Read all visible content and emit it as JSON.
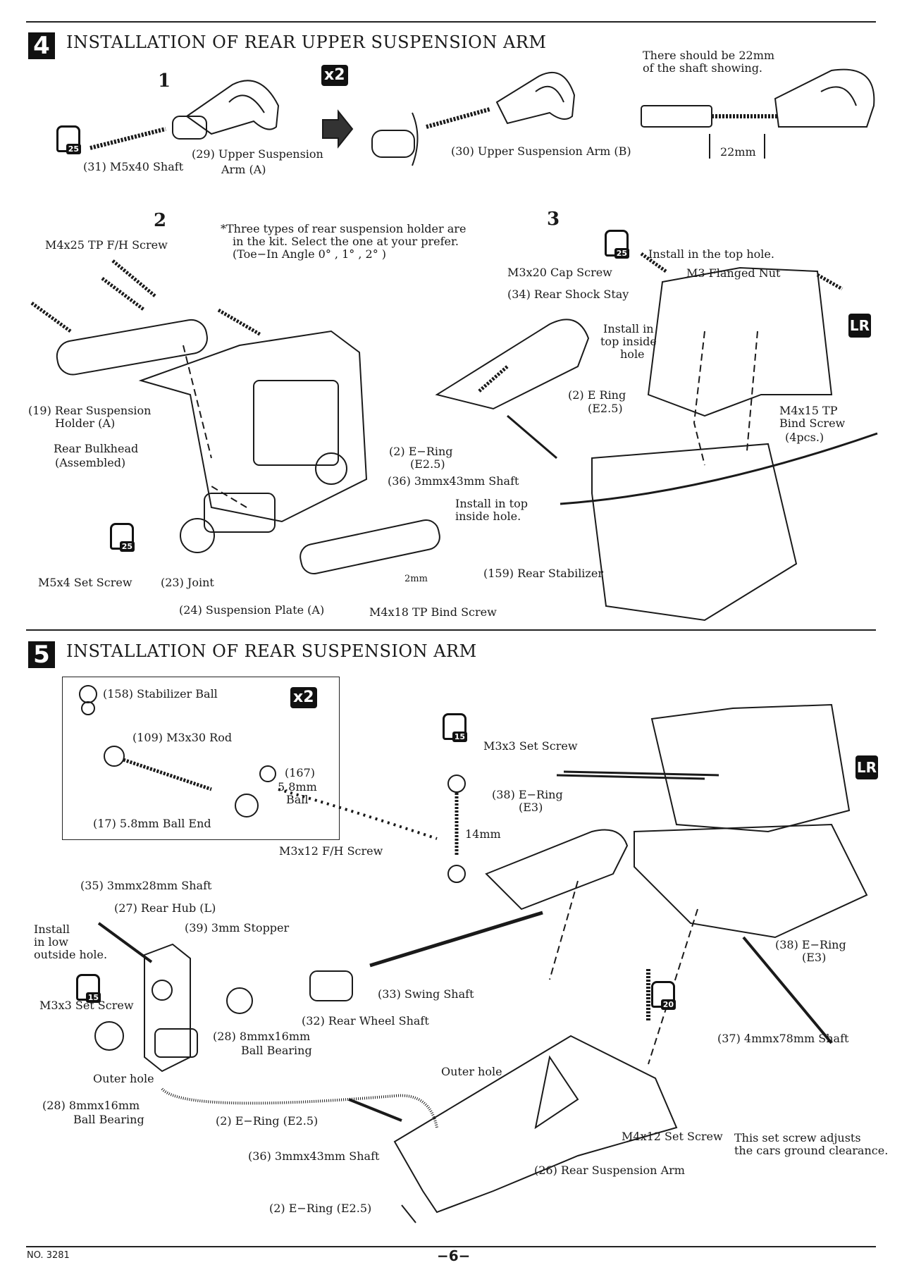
{
  "section4": {
    "number": "4",
    "title": "INSTALLATION OF REAR UPPER SUSPENSION ARM",
    "step1": {
      "num": "1",
      "multiplier": "x2",
      "tool": "25",
      "labels": {
        "shaft": "(31) M5x40 Shaft",
        "arm_a_1": "(29) Upper Suspension",
        "arm_a_2": "Arm (A)",
        "arm_b": "(30) Upper Suspension Arm (B)",
        "note_1": "There should be 22mm",
        "note_2": "of the shaft showing.",
        "dim": "22mm"
      }
    },
    "step2": {
      "num": "2",
      "note_1": "*Three types of rear suspension holder are",
      "note_2": "in the kit. Select the one at your prefer.",
      "note_3": "(Toe−In Angle 0° , 1° , 2° )",
      "tool": "25",
      "labels": {
        "screw_top": "M4x25 TP F/H Screw",
        "holder_1": "(19) Rear Suspension",
        "holder_2": "Holder (A)",
        "bulkhead_1": "Rear Bulkhead",
        "bulkhead_2": "(Assembled)",
        "set_screw": "M5x4 Set Screw",
        "joint": "(23) Joint",
        "plate": "(24) Suspension Plate (A)",
        "bind_screw": "M4x18 TP Bind Screw",
        "gap": "2mm"
      }
    },
    "step3": {
      "num": "3",
      "tool": "25",
      "lr": "LR",
      "labels": {
        "top_hole": "Install in the top hole.",
        "cap_screw": "M3x20 Cap Screw",
        "nut": "M3 Flanged Nut",
        "stay": "(34) Rear Shock Stay",
        "inside_1": "Install in",
        "inside_2": "top inside",
        "inside_3": "hole",
        "ering_a_1": "(2) E Ring",
        "ering_a_2": "(E2.5)",
        "ering_b_1": "(2) E−Ring",
        "ering_b_2": "(E2.5)",
        "shaft": "(36) 3mmx43mm Shaft",
        "bind_1": "M4x15 TP",
        "bind_2": "Bind Screw",
        "bind_3": "(4pcs.)",
        "top_inside_1": "Install in top",
        "top_inside_2": "inside hole.",
        "stabilizer": "(159) Rear Stabilizer"
      }
    }
  },
  "section5": {
    "number": "5",
    "title": "INSTALLATION OF REAR SUSPENSION ARM",
    "inset": {
      "multiplier": "x2",
      "labels": {
        "ball": "(158) Stabilizer Ball",
        "rod": "(109) M3x30 Rod",
        "ball167_1": "(167)",
        "ball167_2": "5.8mm",
        "ball167_3": "Ball",
        "ball_end": "(17) 5.8mm Ball End"
      }
    },
    "tool_15a": "15",
    "tool_15b": "15",
    "tool_20": "20",
    "lr": "LR",
    "labels": {
      "set_screw_top": "M3x3 Set Screw",
      "ering_38a_1": "(38) E−Ring",
      "ering_38a_2": "(E3)",
      "len": "14mm",
      "fh_screw": "M3x12 F/H Screw",
      "shaft35": "(35) 3mmx28mm Shaft",
      "hub": "(27) Rear Hub (L)",
      "stopper": "(39) 3mm Stopper",
      "install_1": "Install",
      "install_2": "in low",
      "install_3": "outside hole.",
      "set_screw_left": "M3x3 Set Screw",
      "swing": "(33) Swing Shaft",
      "wheel_shaft": "(32) Rear Wheel Shaft",
      "bearing_a_1": "(28) 8mmx16mm",
      "bearing_a_2": "Ball Bearing",
      "outer_a": "Outer hole",
      "outer_b": "Outer hole",
      "bearing_b_1": "(28) 8mmx16mm",
      "bearing_b_2": "Ball Bearing",
      "ering_2a": "(2) E−Ring (E2.5)",
      "shaft36": "(36) 3mmx43mm Shaft",
      "ering_2b": "(2) E−Ring (E2.5)",
      "ering_38b_1": "(38) E−Ring",
      "ering_38b_2": "(E3)",
      "shaft37": "(37) 4mmx78mm Shaft",
      "set_screw_m4": "M4x12 Set Screw",
      "note_1": "This set screw adjusts",
      "note_2": "the cars ground clearance.",
      "arm": "(26) Rear Suspension Arm"
    }
  },
  "footer": {
    "model": "NO. 3281",
    "page": "−6−"
  }
}
